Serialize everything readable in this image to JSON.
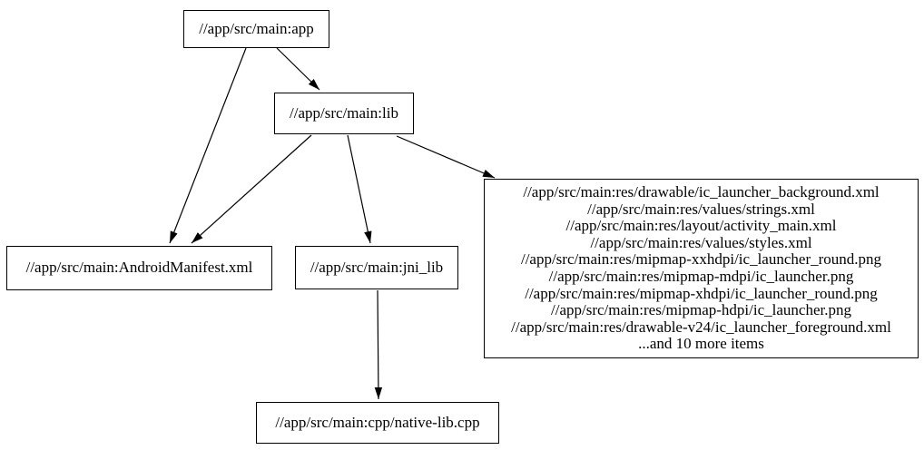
{
  "diagram": {
    "type": "dependency-graph",
    "background_color": "#ffffff",
    "stroke_color": "#000000",
    "nodes": {
      "app": {
        "label": "//app/src/main:app"
      },
      "lib": {
        "label": "//app/src/main:lib"
      },
      "manifest": {
        "label": "//app/src/main:AndroidManifest.xml"
      },
      "jni_lib": {
        "label": "//app/src/main:jni_lib"
      },
      "cpp": {
        "label": "//app/src/main:cpp/native-lib.cpp"
      },
      "resources": {
        "lines": [
          "//app/src/main:res/drawable/ic_launcher_background.xml",
          "//app/src/main:res/values/strings.xml",
          "//app/src/main:res/layout/activity_main.xml",
          "//app/src/main:res/values/styles.xml",
          "//app/src/main:res/mipmap-xxhdpi/ic_launcher_round.png",
          "//app/src/main:res/mipmap-mdpi/ic_launcher.png",
          "//app/src/main:res/mipmap-xhdpi/ic_launcher_round.png",
          "//app/src/main:res/mipmap-hdpi/ic_launcher.png",
          "//app/src/main:res/drawable-v24/ic_launcher_foreground.xml",
          "...and 10 more items"
        ]
      }
    },
    "edges": [
      {
        "from": "app",
        "to": "lib"
      },
      {
        "from": "app",
        "to": "manifest"
      },
      {
        "from": "lib",
        "to": "manifest"
      },
      {
        "from": "lib",
        "to": "jni_lib"
      },
      {
        "from": "lib",
        "to": "resources"
      },
      {
        "from": "jni_lib",
        "to": "cpp"
      }
    ]
  }
}
